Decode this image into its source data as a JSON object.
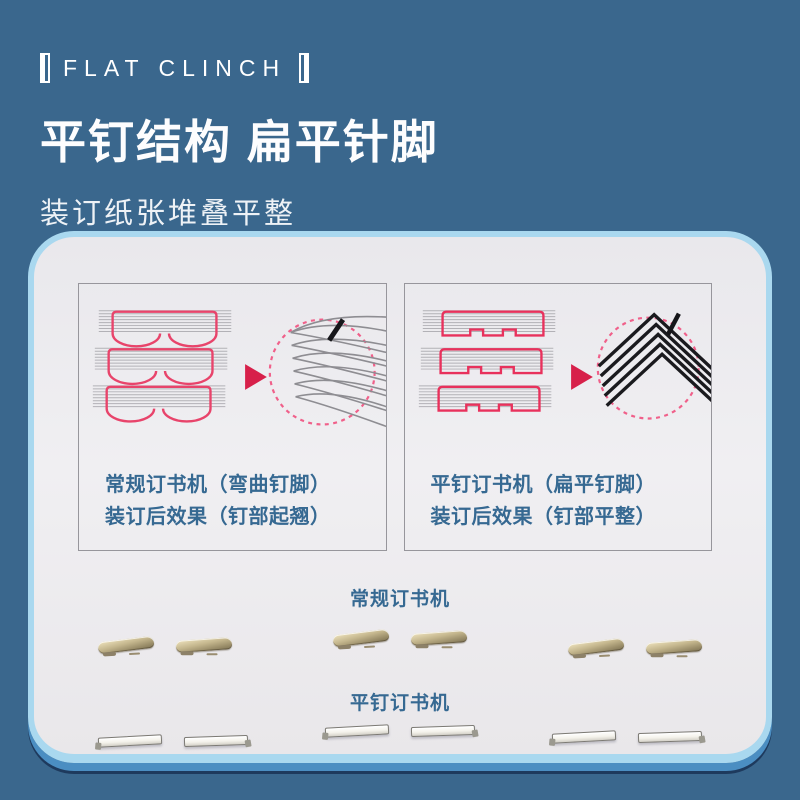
{
  "header": {
    "badge": "FLAT CLINCH",
    "title": "平钉结构 扁平针脚",
    "subtitle": "装订纸张堆叠平整"
  },
  "comparison_panels": [
    {
      "caption_line1": "常规订书机（弯曲钉脚）",
      "caption_line2": "装订后效果（钉部起翘）"
    },
    {
      "caption_line1": "平钉订书机（扁平钉脚）",
      "caption_line2": "装订后效果（钉部平整）"
    }
  ],
  "photo_sections": [
    {
      "label": "常规订书机"
    },
    {
      "label": "平钉订书机"
    }
  ],
  "icons": {
    "arrow": "arrow-right-triangle",
    "magnifier": "dashed-circle-zoom"
  },
  "colors": {
    "background": "#3a678d",
    "card_border_light_blue": "#a9d8ef",
    "card_shadow_blue": "#4b8ec2",
    "card_shadow_navy": "#1e3a5d",
    "accent_pink": "#e8315c",
    "arrow_red": "#d7204a",
    "text_blue": "#366992",
    "text_white": "#ffffff"
  }
}
